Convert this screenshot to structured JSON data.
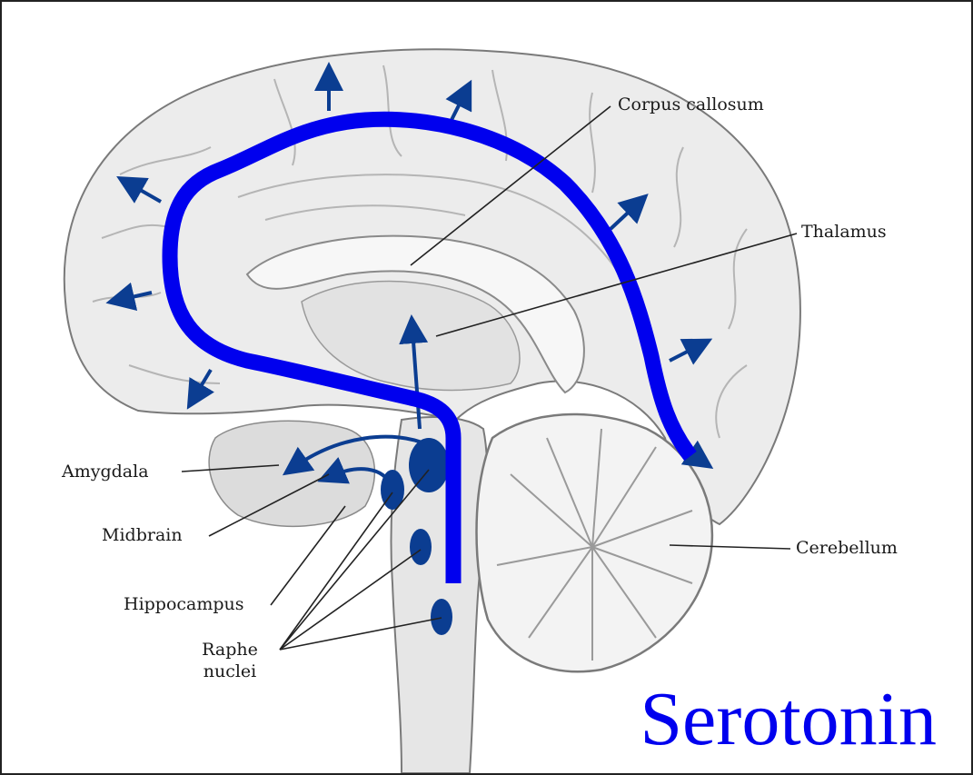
{
  "title": "Serotonin",
  "labels": {
    "corpus_callosum": "Corpus callosum",
    "thalamus": "Thalamus",
    "amygdala": "Amygdala",
    "midbrain": "Midbrain",
    "hippocampus": "Hippocampus",
    "raphe_nuclei_line1": "Raphe",
    "raphe_nuclei_line2": "nuclei",
    "cerebellum": "Cerebellum"
  },
  "colors": {
    "pathway": "#0000ee",
    "arrows": "#0b3d91",
    "nuclei": "#0b3d91",
    "title": "#0000ee",
    "leader_lines": "#222222",
    "brain_fill": "#e9e9e9",
    "brain_outline": "#7a7a7a"
  }
}
